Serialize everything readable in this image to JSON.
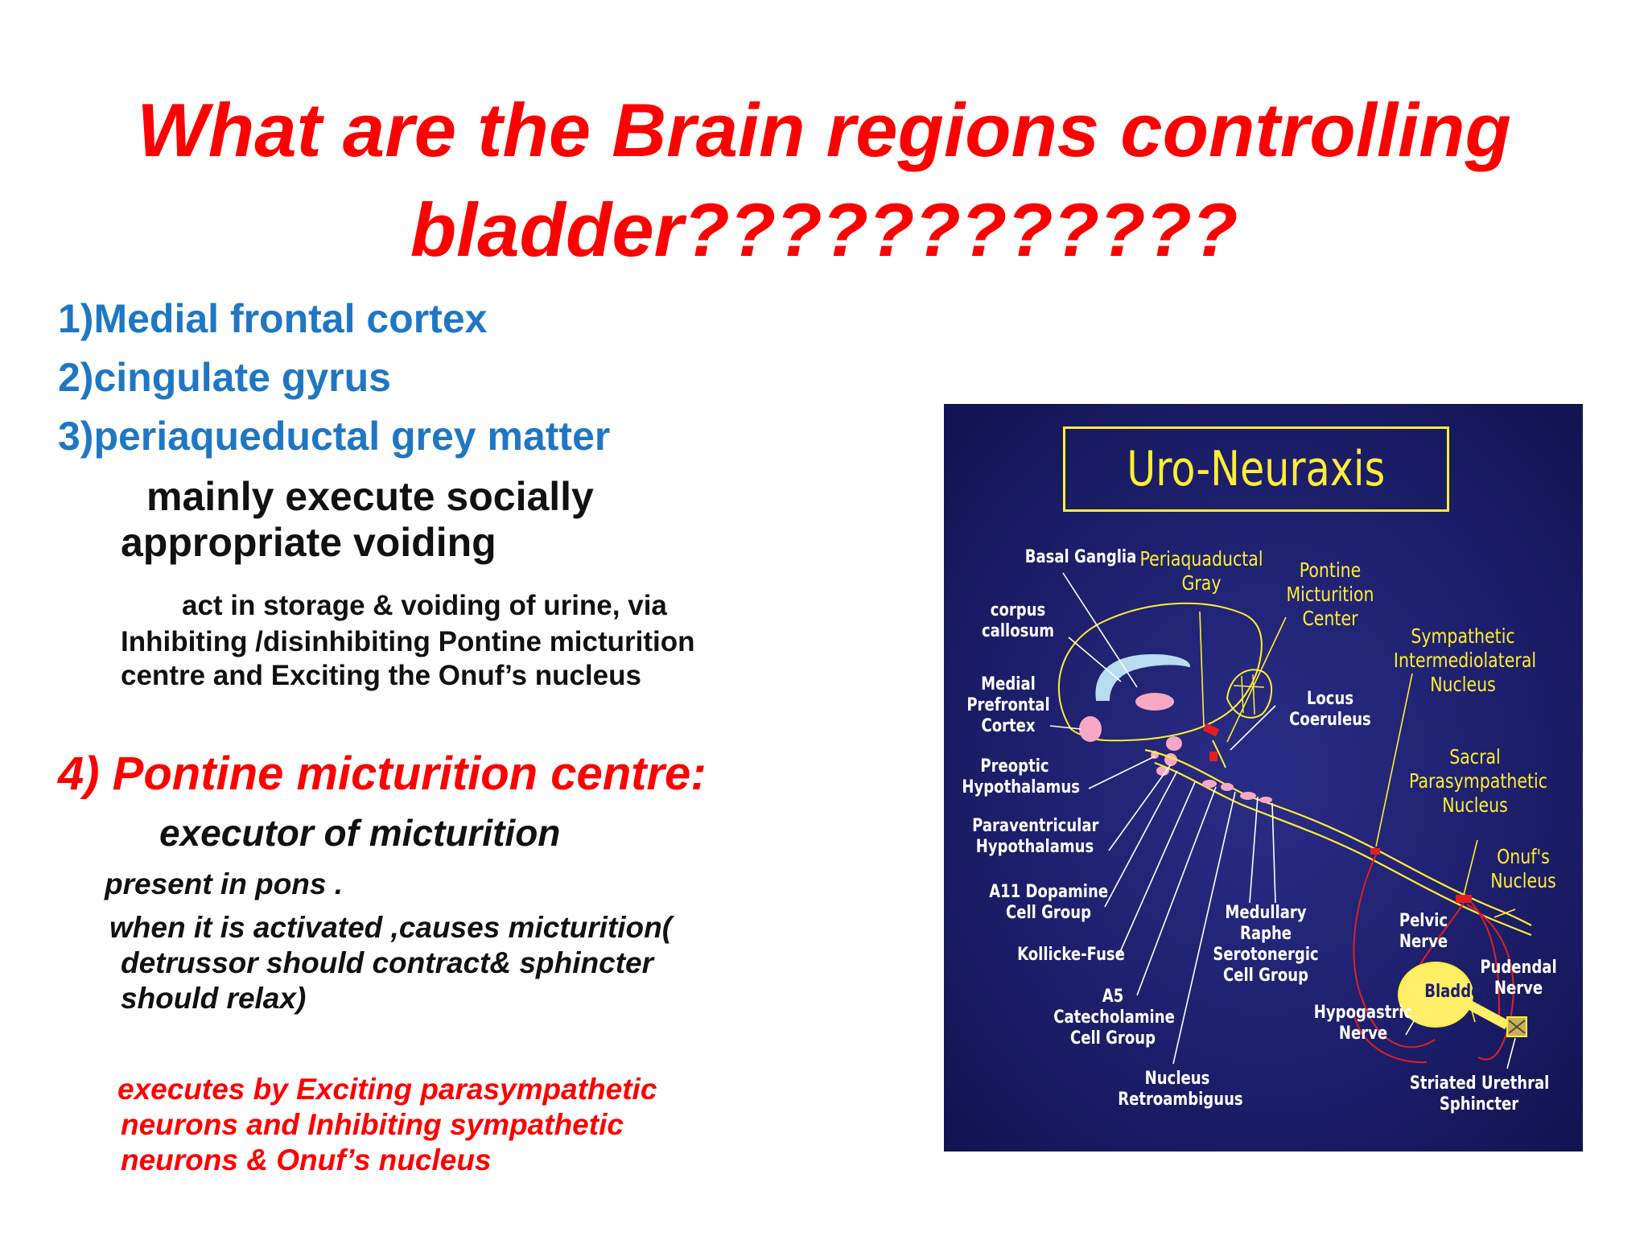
{
  "title": {
    "line1": "What are the Brain regions controlling",
    "line2": "bladder????????????"
  },
  "regions": [
    "1)Medial frontal cortex",
    "2)cingulate gyrus",
    "3)periaqueductal grey matter"
  ],
  "socially": {
    "line1": "mainly execute socially",
    "line2": "appropriate voiding"
  },
  "storage": {
    "line1": "act in storage & voiding  of urine, via",
    "line2": "Inhibiting /disinhibiting Pontine micturition",
    "line3": "centre and Exciting the Onuf’s nucleus"
  },
  "pmc": {
    "heading": "4) Pontine micturition centre:",
    "executor": "executor of micturition",
    "present": "present in pons .",
    "activated1": "when it is activated ,causes micturition(",
    "activated2": "detrussor should contract& sphincter",
    "activated3": "should relax)",
    "exec1": "executes  by Exciting parasympathetic",
    "exec2": "neurons and Inhibiting sympathetic",
    "exec3": "neurons & Onuf’s nucleus"
  },
  "diagram": {
    "title": "Uro-Neuraxis",
    "labels": {
      "basal_ganglia": "Basal Ganglia",
      "corpus_callosum_1": "corpus",
      "corpus_callosum_2": "callosum",
      "medial_prefrontal_1": "Medial",
      "medial_prefrontal_2": "Prefrontal",
      "medial_prefrontal_3": "Cortex",
      "preoptic_1": "Preoptic",
      "preoptic_2": "Hypothalamus",
      "paraventricular_1": "Paraventricular",
      "paraventricular_2": "Hypothalamus",
      "a11_1": "A11 Dopamine",
      "a11_2": "Cell Group",
      "kollicke": "Kollicke-Fuse",
      "a5_1": "A5",
      "a5_2": "Catecholamine",
      "a5_3": "Cell Group",
      "nucleus_retro_1": "Nucleus",
      "nucleus_retro_2": "Retroambiguus",
      "medullary_1": "Medullary",
      "medullary_2": "Raphe",
      "medullary_3": "Serotonergic",
      "medullary_4": "Cell Group",
      "locus_1": "Locus",
      "locus_2": "Coeruleus",
      "pelvic_1": "Pelvic",
      "pelvic_2": "Nerve",
      "hypogastric_1": "Hypogastric",
      "hypogastric_2": "Nerve",
      "bladder": "Bladder",
      "pudendal_1": "Pudendal",
      "pudendal_2": "Nerve",
      "striated_1": "Striated Urethral",
      "striated_2": "Sphincter",
      "pag_1": "Periaquaductal",
      "pag_2": "Gray",
      "pontine_1": "Pontine",
      "pontine_2": "Micturition",
      "pontine_3": "Center",
      "sympathetic_1": "Sympathetic",
      "sympathetic_2": "Intermediolateral",
      "sympathetic_3": "Nucleus",
      "sacral_1": "Sacral",
      "sacral_2": "Parasympathetic",
      "sacral_3": "Nucleus",
      "onufs_1": "Onuf's",
      "onufs_2": "Nucleus"
    },
    "colors": {
      "background": "#1d1f6c",
      "yellow": "#ffee33",
      "red_nerve": "#e02020",
      "pink": "#f7a8c4",
      "callosum": "#b8dcf0"
    }
  }
}
